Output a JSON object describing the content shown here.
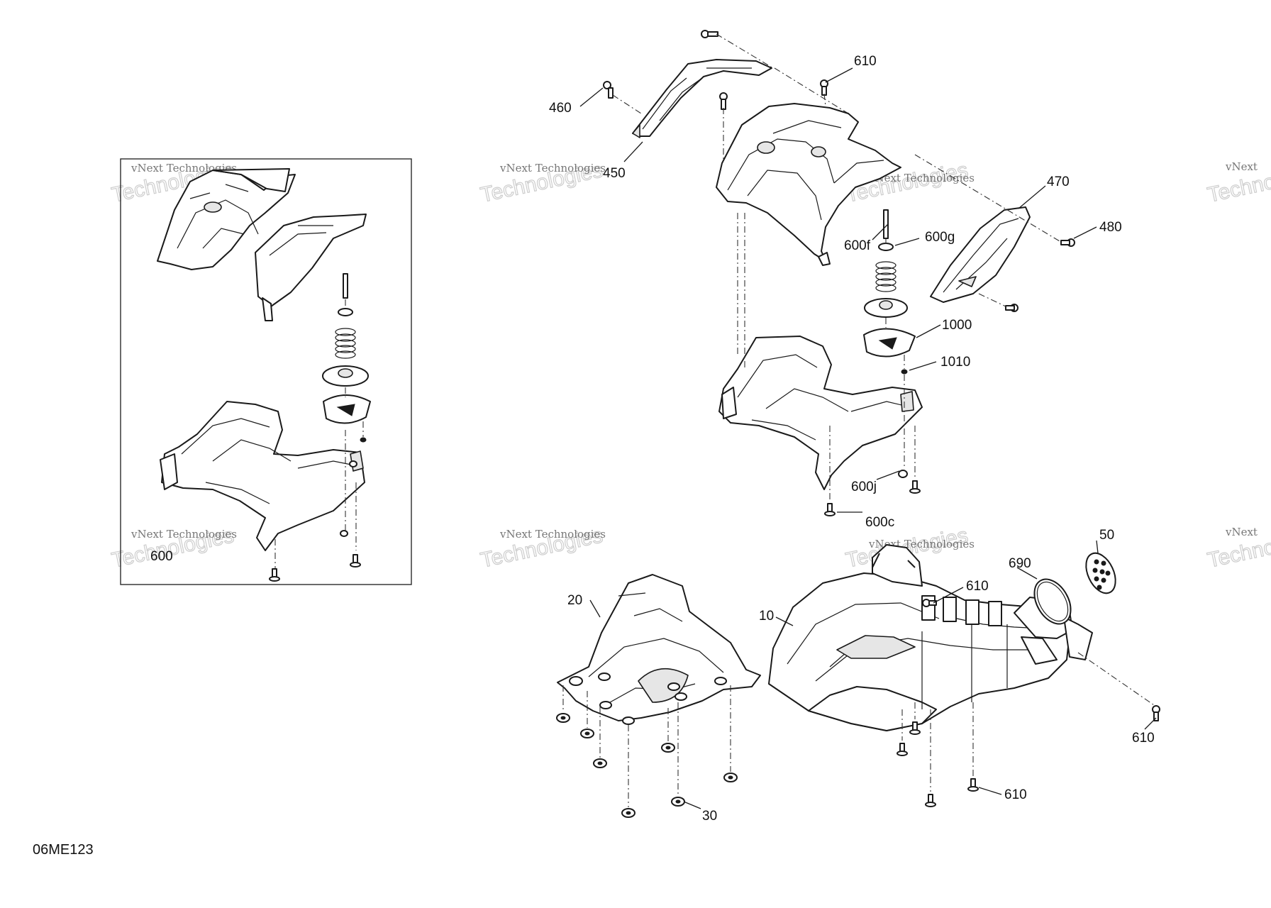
{
  "drawing_id": "06ME123",
  "watermark": {
    "brand": "vNext Technologies",
    "word": "Technologies",
    "prefix": "vNext"
  },
  "callouts": {
    "c10": "10",
    "c20": "20",
    "c30": "30",
    "c50": "50",
    "c450": "450",
    "c460": "460",
    "c470": "470",
    "c480": "480",
    "c600": "600",
    "c600c": "600c",
    "c600f": "600f",
    "c600g": "600g",
    "c600j": "600j",
    "c610_top": "610",
    "c610_mid": "610",
    "c610_right": "610",
    "c610_bottom": "610",
    "c690": "690",
    "c1000": "1000",
    "c1010": "1010"
  }
}
